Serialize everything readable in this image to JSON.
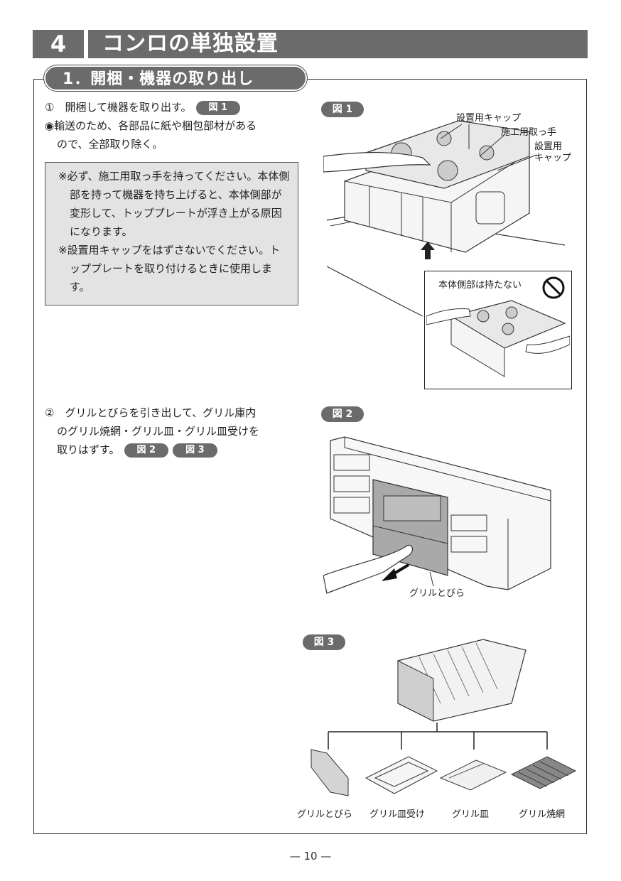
{
  "header": {
    "chapter_number": "4",
    "chapter_title": "コンロの単独設置"
  },
  "section": {
    "title": "1．開梱・機器の取り出し"
  },
  "step1": {
    "text": "①　開梱して機器を取り出す。",
    "ref": "図 1",
    "bullet": "◉輸送のため、各部品に紙や梱包部材がある",
    "bullet_cont": "ので、全部取り除く。"
  },
  "notes": [
    "※必ず、施工用取っ手を持ってください。本体側部を持って機器を持ち上げると、本体側部が変形して、トッププレートが浮き上がる原因になります。",
    "※設置用キャップをはずさないでください。トッププレートを取り付けるときに使用します。"
  ],
  "step2": {
    "line1": "②　グリルとびらを引き出して、グリル庫内",
    "line2": "のグリル焼網・グリル皿・グリル皿受けを",
    "line3": "取りはずす。",
    "ref_a": "図 2",
    "ref_b": "図 3"
  },
  "fig1": {
    "badge": "図 1",
    "label_cap1": "設置用キャップ",
    "label_handle": "施工用取っ手",
    "label_cap2_a": "設置用",
    "label_cap2_b": "キャップ",
    "inset_caption": "本体側部は持たない",
    "prohibit_icon": "no-symbol-icon"
  },
  "fig2": {
    "badge": "図 2",
    "label_door": "グリルとびら"
  },
  "fig3": {
    "badge": "図 3",
    "parts": [
      "グリルとびら",
      "グリル皿受け",
      "グリル皿",
      "グリル焼網"
    ]
  },
  "page": {
    "number": "— 10 —"
  }
}
